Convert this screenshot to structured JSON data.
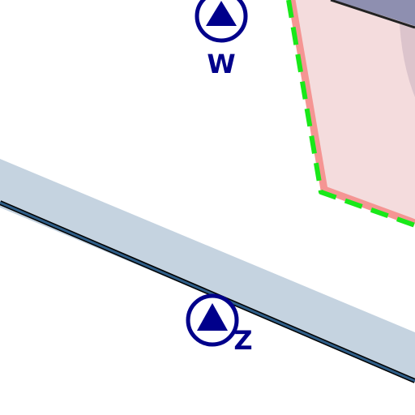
{
  "colors": {
    "background": "#ffffff",
    "road_fill": "#c5d3e0",
    "road_edge_dark": "#2e5d87",
    "road_edge_outline": "#000000",
    "area_fill": "#f4dcdd",
    "area_stroke": "#f59593",
    "area_dashed_border": "#19e819",
    "top_band_fill": "#8e8fb0",
    "top_band_edge": "#222222",
    "circle_shade": "#dcc4cc",
    "marker_color": "#00008b"
  },
  "markers": [
    {
      "id": "W",
      "label": "W",
      "icon": "triangle-in-circle-icon"
    },
    {
      "id": "Z",
      "label": "Z",
      "icon": "triangle-in-circle-icon"
    }
  ]
}
